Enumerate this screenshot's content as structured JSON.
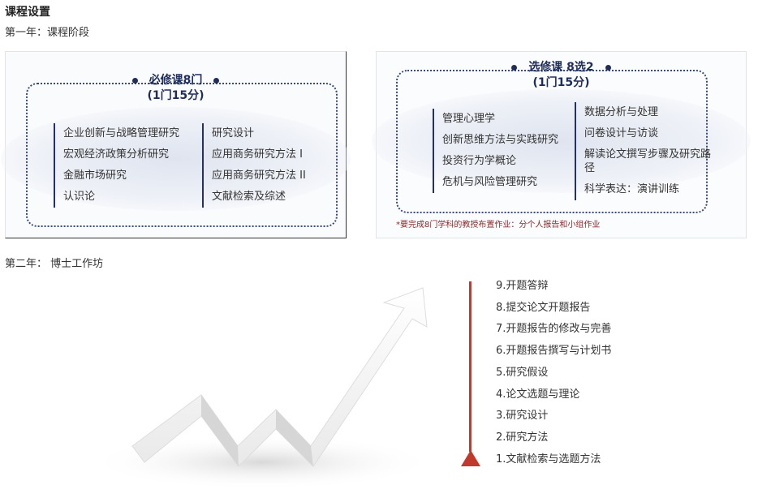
{
  "page_title": "课程设置",
  "year1_label": "第一年：课程阶段",
  "year2_label": "第二年： 博士工作坊",
  "required": {
    "title": "必修课8门",
    "subtitle": "(1门15分)",
    "col1": [
      "企业创新与战略管理研究",
      "宏观经济政策分析研究",
      "金融市场研究",
      "认识论"
    ],
    "col2": [
      "研究设计",
      "应用商务研究方法 I",
      "应用商务研究方法 II",
      "文献检索及综述"
    ]
  },
  "elective": {
    "title": "选修课 8选2",
    "subtitle": "(1门15分)",
    "col1": [
      "管理心理学",
      "创新思维方法与实践研究",
      "投资行为学概论",
      "危机与风险管理研究"
    ],
    "col2": [
      "数据分析与处理",
      "问卷设计与访谈",
      "解读论文撰写步骤及研究路径",
      "科学表达：演讲训练"
    ],
    "note": "*要完成8门学科的教授布置作业：分个人报告和小组作业"
  },
  "workshop_steps": [
    "9.开题答辩",
    "8.提交论文开题报告",
    "7.开题报告的修改与完善",
    "6.开题报告撰写与计划书",
    "5.研究假设",
    "4.论文选题与理论",
    "3.研究设计",
    "2.研究方法",
    "1.文献检索与选题方法"
  ],
  "colors": {
    "navy": "#1f2d5a",
    "timeline": "#c0392b"
  },
  "icons": {
    "timeline_arrow": "arrow-up-icon",
    "growth_arrow": "zigzag-growth-arrow"
  }
}
